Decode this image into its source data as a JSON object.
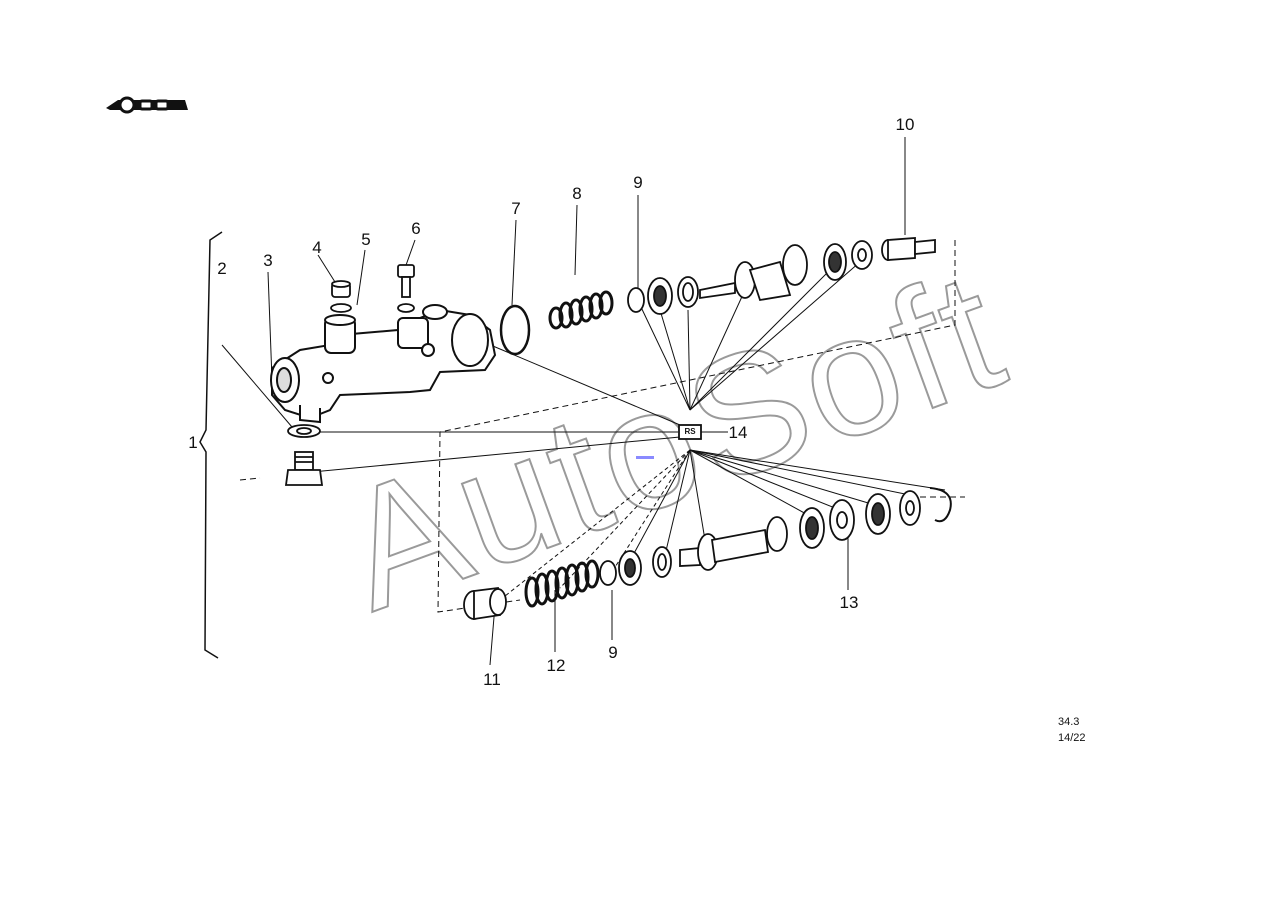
{
  "diagram": {
    "callouts": [
      {
        "id": "1",
        "label": "1"
      },
      {
        "id": "2",
        "label": "2"
      },
      {
        "id": "3",
        "label": "3"
      },
      {
        "id": "4",
        "label": "4"
      },
      {
        "id": "5",
        "label": "5"
      },
      {
        "id": "6",
        "label": "6"
      },
      {
        "id": "7",
        "label": "7"
      },
      {
        "id": "8",
        "label": "8"
      },
      {
        "id": "9a",
        "label": "9"
      },
      {
        "id": "10",
        "label": "10"
      },
      {
        "id": "11",
        "label": "11"
      },
      {
        "id": "12",
        "label": "12"
      },
      {
        "id": "9b",
        "label": "9"
      },
      {
        "id": "13",
        "label": "13"
      },
      {
        "id": "14",
        "label": "14"
      }
    ],
    "repair_kit_box_label": "RS",
    "page_ref_line1": "34.3",
    "page_ref_line2": "14/22",
    "watermark": "AutoSoft",
    "logo_icon": "vehicle-pictogram-icon",
    "colors": {
      "ink": "#111111",
      "watermark_stroke": "#9a9a9a",
      "marker": "#8a8aff",
      "background": "#ffffff"
    }
  }
}
